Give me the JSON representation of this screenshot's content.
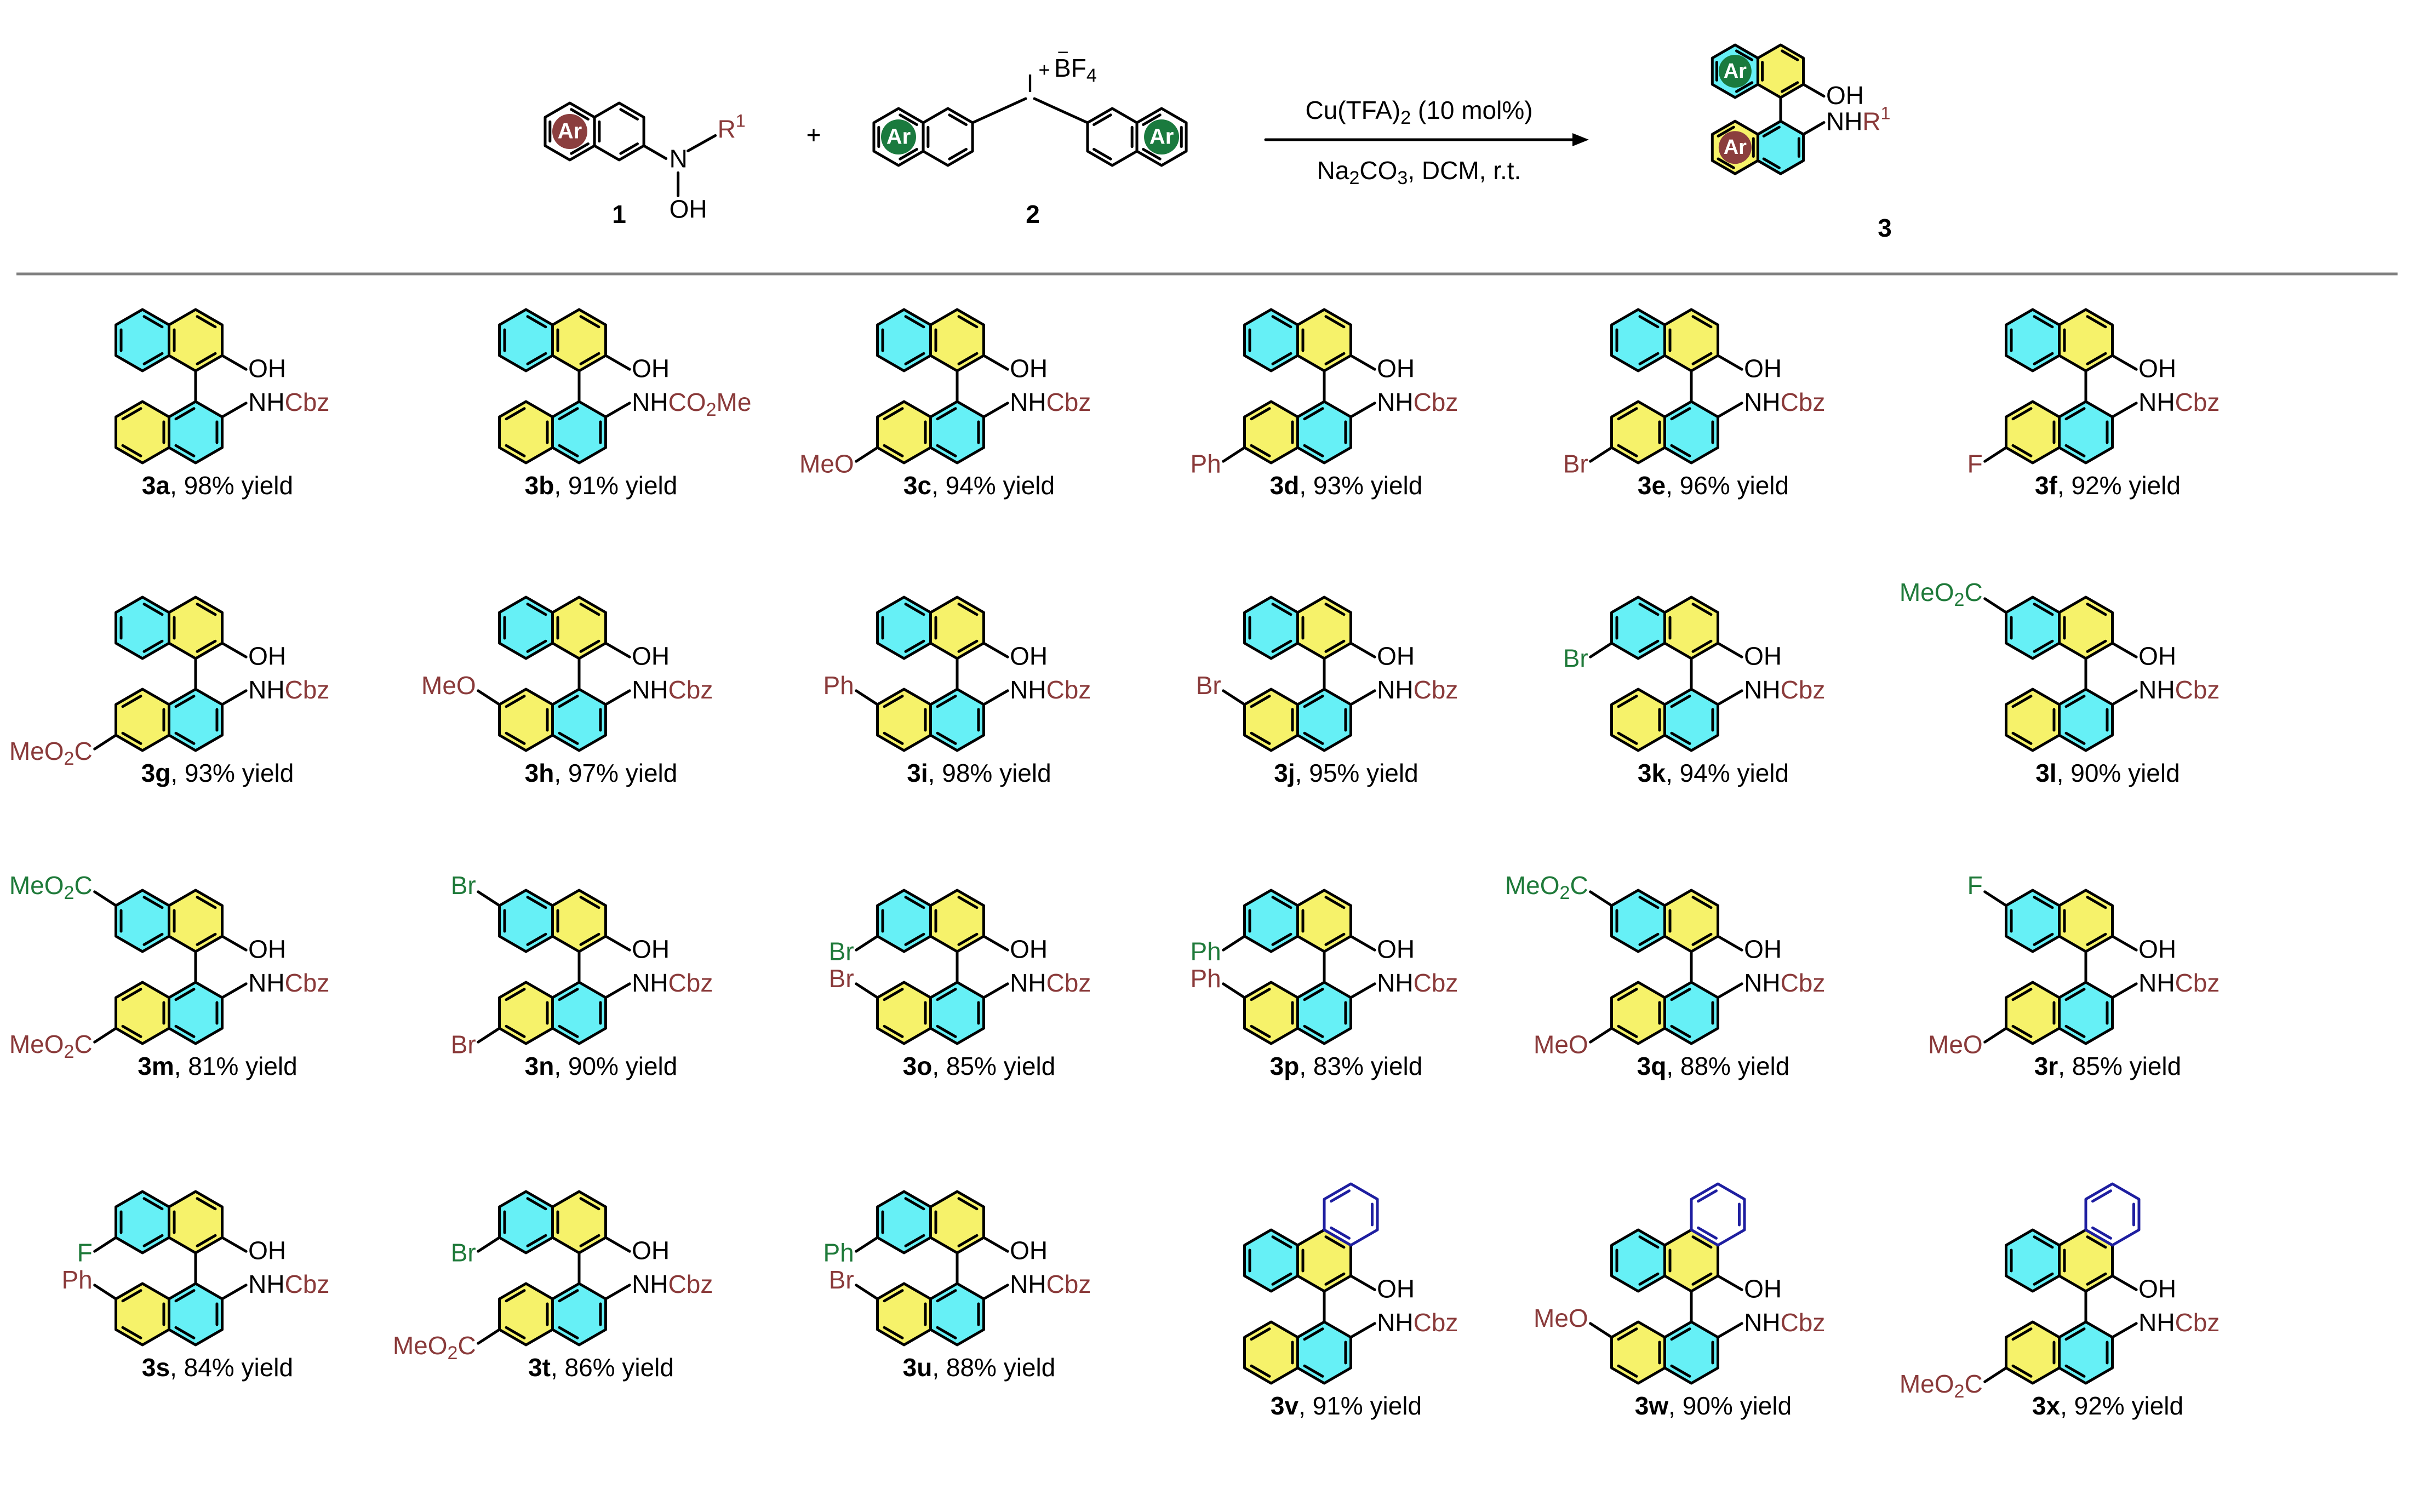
{
  "colors": {
    "bond": "#000000",
    "cyan_ring": "#66f0f6",
    "yellow_ring": "#f6f26a",
    "substituent_red": "#8a3a3a",
    "substituent_green": "#1f7a3a",
    "ar_red_circle": "#8b3e3e",
    "ar_green_circle": "#1a7a3e",
    "benzo_blue": "#1e1ea0",
    "divider": "#808080"
  },
  "reaction": {
    "reactant1": {
      "ring_label": "Ar",
      "nitrogen": "N",
      "r_group": "R",
      "r_sup": "1",
      "hydroxyl": "OH",
      "number": "1"
    },
    "plus": "+",
    "reactant2": {
      "iodine": "I",
      "charge_plus": "+",
      "charge_minus": "−",
      "counterion": "BF",
      "counterion_sub": "4",
      "ring_label_left": "Ar",
      "ring_label_right": "Ar",
      "number": "2"
    },
    "conditions": {
      "catalyst_a": "Cu(TFA)",
      "catalyst_sub": "2",
      "catalyst_b": " (10 mol%)",
      "base_a": "Na",
      "base_sub1": "2",
      "base_b": "CO",
      "base_sub2": "3",
      "base_c": ", DCM, r.t."
    },
    "product": {
      "ring_label_top": "Ar",
      "ring_label_bottom": "Ar",
      "oh": "OH",
      "nh": "NH",
      "r_group": "R",
      "r_sup": "1",
      "number": "3"
    }
  },
  "products": [
    {
      "id": "3a",
      "yield": ", 98% yield",
      "top": [],
      "bottom": [],
      "benzo": false,
      "amide": "Cbz"
    },
    {
      "id": "3b",
      "yield": ", 91% yield",
      "top": [],
      "bottom": [],
      "benzo": false,
      "amide": "CO2Me"
    },
    {
      "id": "3c",
      "yield": ", 94% yield",
      "top": [],
      "bottom": [
        {
          "pos": "6",
          "text": "MeO"
        }
      ],
      "benzo": false,
      "amide": "Cbz"
    },
    {
      "id": "3d",
      "yield": ", 93% yield",
      "top": [],
      "bottom": [
        {
          "pos": "6",
          "text": "Ph"
        }
      ],
      "benzo": false,
      "amide": "Cbz"
    },
    {
      "id": "3e",
      "yield": ", 96% yield",
      "top": [],
      "bottom": [
        {
          "pos": "6",
          "text": "Br"
        }
      ],
      "benzo": false,
      "amide": "Cbz"
    },
    {
      "id": "3f",
      "yield": ", 92% yield",
      "top": [],
      "bottom": [
        {
          "pos": "6",
          "text": "F"
        }
      ],
      "benzo": false,
      "amide": "Cbz"
    },
    {
      "id": "3g",
      "yield": ", 93% yield",
      "top": [],
      "bottom": [
        {
          "pos": "6",
          "text": "MeO2C"
        }
      ],
      "benzo": false,
      "amide": "Cbz"
    },
    {
      "id": "3h",
      "yield": ", 97% yield",
      "top": [],
      "bottom": [
        {
          "pos": "7",
          "text": "MeO"
        }
      ],
      "benzo": false,
      "amide": "Cbz"
    },
    {
      "id": "3i",
      "yield": ", 98% yield",
      "top": [],
      "bottom": [
        {
          "pos": "7",
          "text": "Ph"
        }
      ],
      "benzo": false,
      "amide": "Cbz"
    },
    {
      "id": "3j",
      "yield": ", 95% yield",
      "top": [],
      "bottom": [
        {
          "pos": "7",
          "text": "Br"
        }
      ],
      "benzo": false,
      "amide": "Cbz"
    },
    {
      "id": "3k",
      "yield": ", 94% yield",
      "top": [
        {
          "pos": "7",
          "text": "Br"
        }
      ],
      "bottom": [],
      "benzo": false,
      "amide": "Cbz"
    },
    {
      "id": "3l",
      "yield": ", 90% yield",
      "top": [
        {
          "pos": "6",
          "text": "MeO2C"
        }
      ],
      "bottom": [],
      "benzo": false,
      "amide": "Cbz"
    },
    {
      "id": "3m",
      "yield": ", 81% yield",
      "top": [
        {
          "pos": "6",
          "text": "MeO2C"
        }
      ],
      "bottom": [
        {
          "pos": "6",
          "text": "MeO2C"
        }
      ],
      "benzo": false,
      "amide": "Cbz"
    },
    {
      "id": "3n",
      "yield": ", 90% yield",
      "top": [
        {
          "pos": "6",
          "text": "Br"
        }
      ],
      "bottom": [
        {
          "pos": "6",
          "text": "Br"
        }
      ],
      "benzo": false,
      "amide": "Cbz"
    },
    {
      "id": "3o",
      "yield": ", 85% yield",
      "top": [
        {
          "pos": "7",
          "text": "Br"
        }
      ],
      "bottom": [
        {
          "pos": "7",
          "text": "Br"
        }
      ],
      "benzo": false,
      "amide": "Cbz"
    },
    {
      "id": "3p",
      "yield": ", 83% yield",
      "top": [
        {
          "pos": "7",
          "text": "Ph"
        }
      ],
      "bottom": [
        {
          "pos": "7",
          "text": "Ph"
        }
      ],
      "benzo": false,
      "amide": "Cbz"
    },
    {
      "id": "3q",
      "yield": ", 88% yield",
      "top": [
        {
          "pos": "6",
          "text": "MeO2C"
        }
      ],
      "bottom": [
        {
          "pos": "6",
          "text": "MeO"
        }
      ],
      "benzo": false,
      "amide": "Cbz"
    },
    {
      "id": "3r",
      "yield": ", 85% yield",
      "top": [
        {
          "pos": "6",
          "text": "F"
        }
      ],
      "bottom": [
        {
          "pos": "6",
          "text": "MeO"
        }
      ],
      "benzo": false,
      "amide": "Cbz"
    },
    {
      "id": "3s",
      "yield": ", 84% yield",
      "top": [
        {
          "pos": "7",
          "text": "F"
        }
      ],
      "bottom": [
        {
          "pos": "7",
          "text": "Ph"
        }
      ],
      "benzo": false,
      "amide": "Cbz"
    },
    {
      "id": "3t",
      "yield": ", 86% yield",
      "top": [
        {
          "pos": "7",
          "text": "Br"
        }
      ],
      "bottom": [
        {
          "pos": "6",
          "text": "MeO2C"
        }
      ],
      "benzo": false,
      "amide": "Cbz"
    },
    {
      "id": "3u",
      "yield": ", 88% yield",
      "top": [
        {
          "pos": "7",
          "text": "Ph"
        }
      ],
      "bottom": [
        {
          "pos": "7",
          "text": "Br"
        }
      ],
      "benzo": false,
      "amide": "Cbz"
    },
    {
      "id": "3v",
      "yield": ", 91% yield",
      "top": [],
      "bottom": [],
      "benzo": true,
      "amide": "Cbz"
    },
    {
      "id": "3w",
      "yield": ", 90% yield",
      "top": [],
      "bottom": [
        {
          "pos": "7",
          "text": "MeO"
        }
      ],
      "benzo": true,
      "amide": "Cbz"
    },
    {
      "id": "3x",
      "yield": ", 92% yield",
      "top": [],
      "bottom": [
        {
          "pos": "6",
          "text": "MeO2C"
        }
      ],
      "benzo": true,
      "amide": "Cbz"
    }
  ],
  "text": {
    "oh": "OH",
    "nh": "NH",
    "cbz": "Cbz",
    "co2me_a": "CO",
    "co2me_sub": "2",
    "co2me_b": "Me"
  }
}
